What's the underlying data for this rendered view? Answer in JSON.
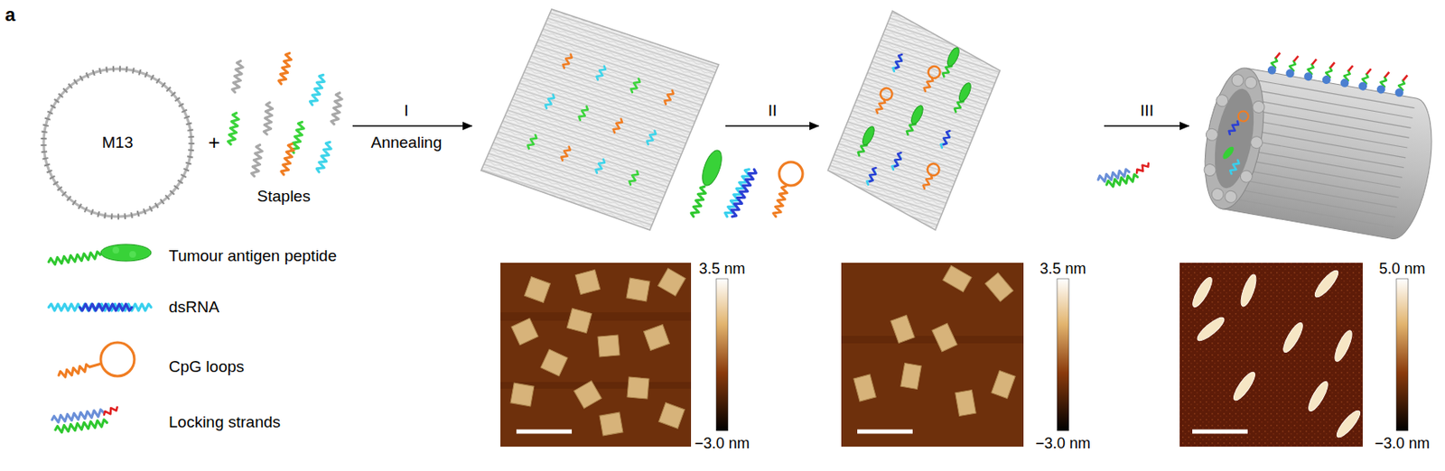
{
  "diagram": {
    "nodes": [
      {
        "text": [
          "M13"
        ]
      }
    ],
    "labels": [
      "a",
      "+",
      "Staples",
      "I",
      "Annealing",
      "II",
      "III",
      "3.5 nm",
      "−3.0 nm",
      "3.5 nm",
      "−3.0 nm",
      "5.0 nm",
      "−3.0 nm"
    ],
    "legend": [
      {
        "text": "Tumour antigen peptide"
      },
      {
        "text": "dsRNA"
      },
      {
        "text": "CpG loops"
      },
      {
        "text": "Locking strands"
      }
    ]
  }
}
